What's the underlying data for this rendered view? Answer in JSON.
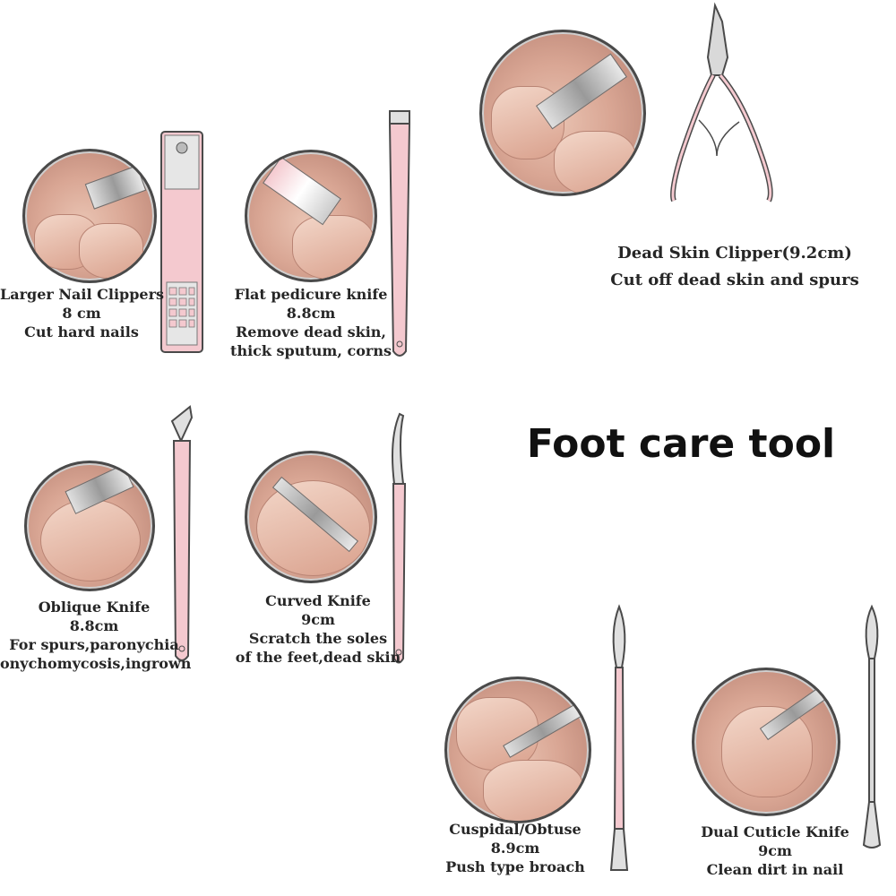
{
  "title": "Foot care tool",
  "colors": {
    "pink": "#f4c9cf",
    "steel": "#a9a9a9",
    "outline": "#4a4a4a"
  },
  "tools": [
    {
      "id": "nail-clippers",
      "name": "Larger Nail Clippers",
      "size": "8 cm",
      "desc": [
        "Cut hard nails"
      ]
    },
    {
      "id": "flat-knife",
      "name": "Flat pedicure knife",
      "size": "8.8cm",
      "desc": [
        "Remove dead skin,",
        "thick sputum, corns"
      ]
    },
    {
      "id": "dead-skin-clipper",
      "name": "Dead Skin Clipper(9.2cm)",
      "size": "",
      "desc": [
        "Cut off dead skin and spurs"
      ]
    },
    {
      "id": "oblique-knife",
      "name": "Oblique Knife",
      "size": "8.8cm",
      "desc": [
        "For spurs,paronychia",
        "onychomycosis,ingrown"
      ]
    },
    {
      "id": "curved-knife",
      "name": "Curved Knife",
      "size": "9cm",
      "desc": [
        "Scratch the soles",
        "of the feet,dead skin"
      ]
    },
    {
      "id": "cuspidal",
      "name": "Cuspidal/Obtuse",
      "size": "8.9cm",
      "desc": [
        "Push type broach"
      ]
    },
    {
      "id": "dual-cuticle",
      "name": "Dual Cuticle Knife",
      "size": "9cm",
      "desc": [
        "Clean dirt in nail"
      ]
    }
  ]
}
